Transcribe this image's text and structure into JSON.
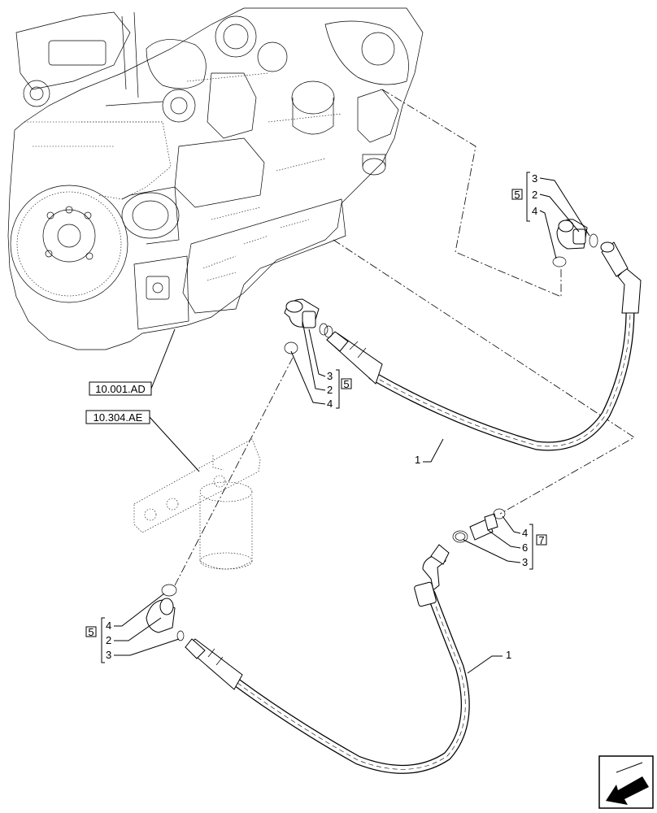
{
  "references": {
    "engine": "10.001.AD",
    "filter": "10.304.AE"
  },
  "callouts": {
    "top_right": {
      "box": "5",
      "a": "3",
      "b": "2",
      "c": "4"
    },
    "mid_left": {
      "box": "5",
      "a": "3",
      "b": "2",
      "c": "4"
    },
    "mid_right": {
      "box": "7",
      "a": "4",
      "b": "6",
      "c": "3"
    },
    "bot_left": {
      "box": "5",
      "a": "4",
      "b": "2",
      "c": "3"
    }
  },
  "hose_labels": {
    "upper": "1",
    "lower": "1"
  },
  "nav_icon": "arrow-left-icon"
}
